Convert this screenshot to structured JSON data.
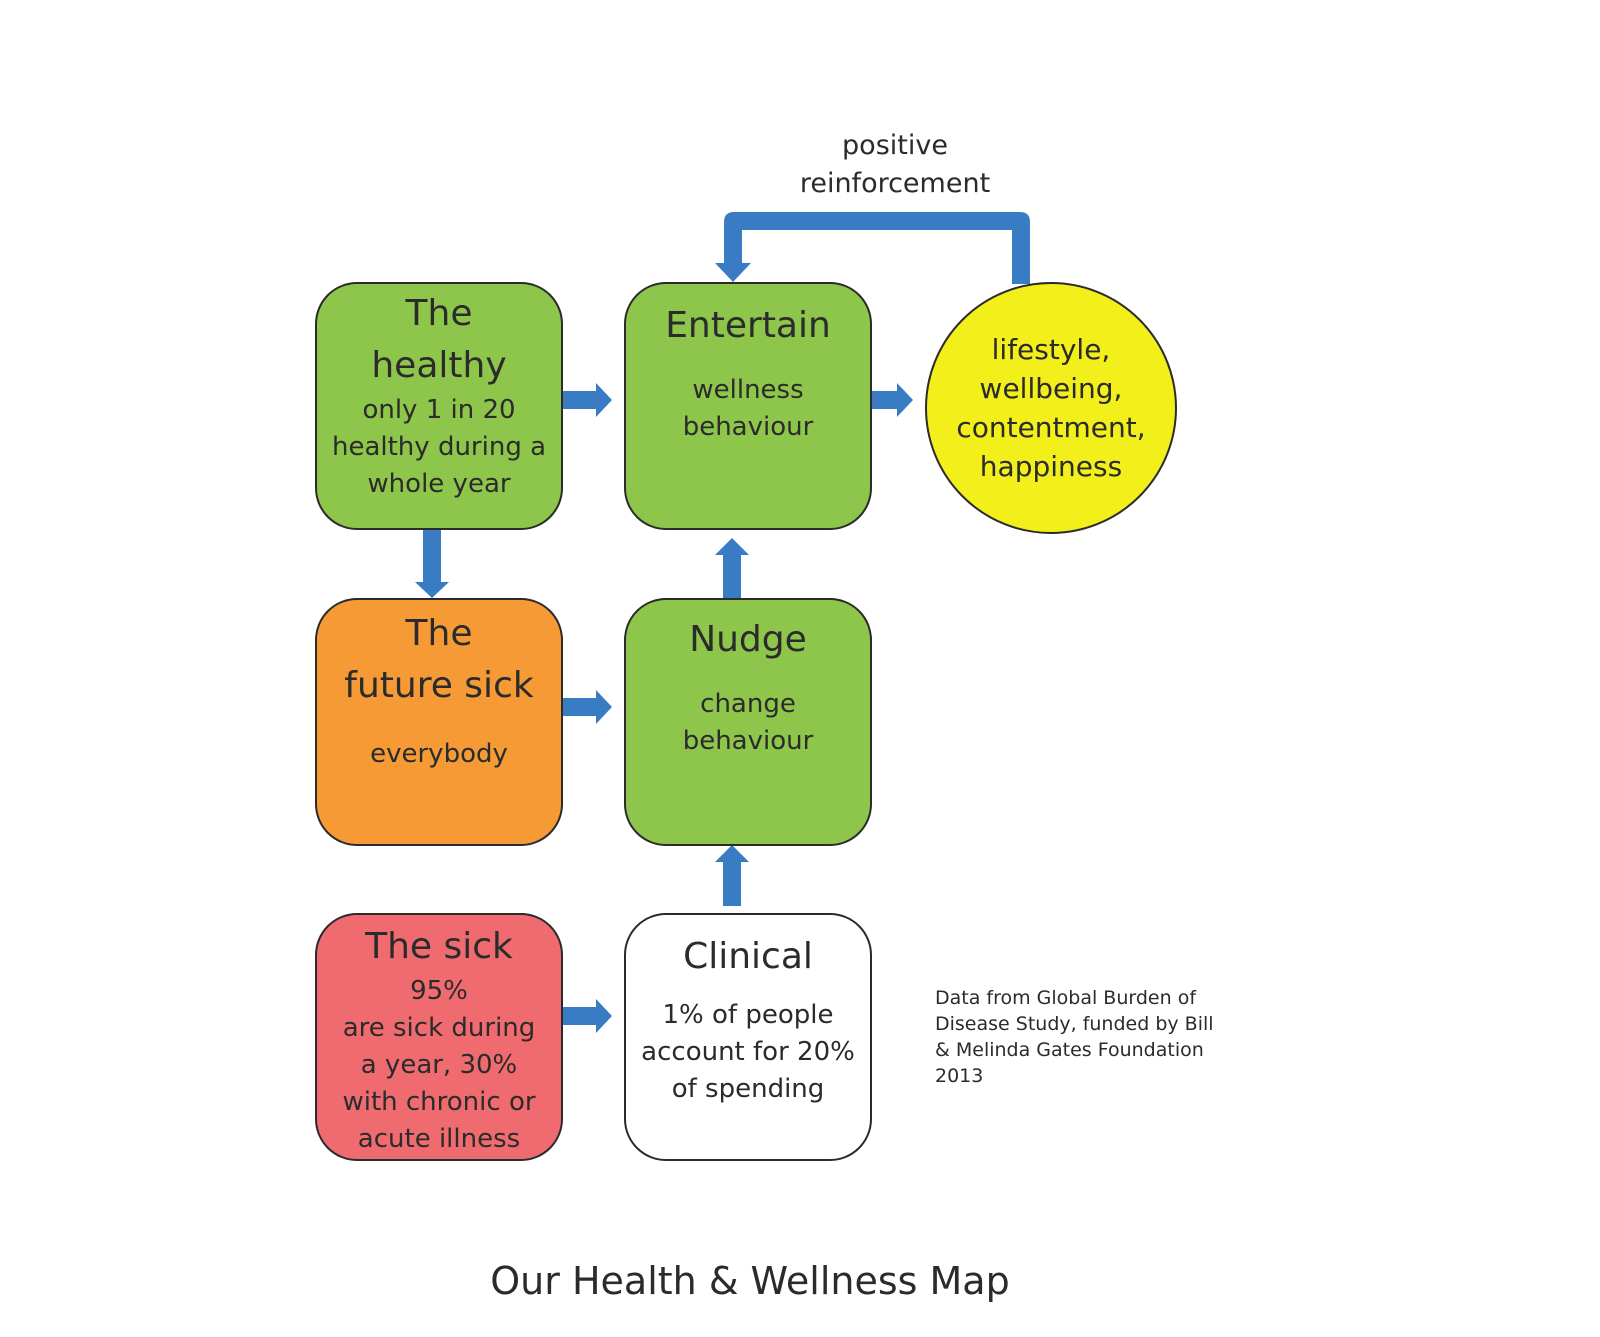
{
  "nodes": {
    "healthy": {
      "title_1": "The",
      "title_2": "healthy",
      "sub_1": "only 1 in 20",
      "sub_2": "healthy during a",
      "sub_3": "whole year"
    },
    "entertain": {
      "title": "Entertain",
      "sub_1": "wellness",
      "sub_2": "behaviour"
    },
    "outcome": {
      "line_1": "lifestyle,",
      "line_2": "wellbeing,",
      "line_3": "contentment,",
      "line_4": "happiness"
    },
    "future_sick": {
      "title_1": "The",
      "title_2": "future sick",
      "sub_1": "everybody"
    },
    "nudge": {
      "title": "Nudge",
      "sub_1": "change",
      "sub_2": "behaviour"
    },
    "sick": {
      "title": "The sick",
      "sub_1": "95%",
      "sub_2": "are sick during",
      "sub_3": "a year, 30%",
      "sub_4": "with chronic or",
      "sub_5": "acute illness"
    },
    "clinical": {
      "title": "Clinical",
      "sub_1": "1% of people",
      "sub_2": "account for 20%",
      "sub_3": "of spending"
    }
  },
  "feedback_label": {
    "line_1": "positive",
    "line_2": "reinforcement"
  },
  "source_note": {
    "line_1": "Data from Global Burden of",
    "line_2": "Disease Study, funded by Bill",
    "line_3": "& Melinda Gates Foundation",
    "line_4": "2013"
  },
  "title": "Our Health & Wellness Map",
  "colors": {
    "arrow": "#3a7cc4",
    "green": "#8dc64a",
    "orange": "#f59a35",
    "red": "#ef6b70",
    "yellow": "#f2ef1b",
    "outline": "#2b2b2b"
  }
}
